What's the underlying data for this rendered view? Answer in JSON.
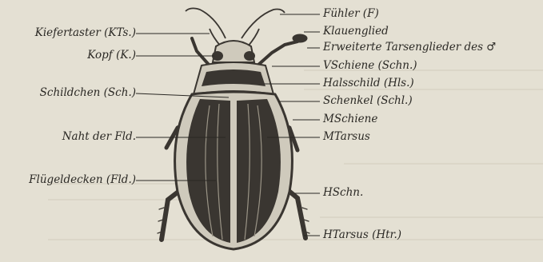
{
  "labels_left": [
    {
      "id": "kiefertaster",
      "text": "Kiefertaster (KTs.)"
    },
    {
      "id": "kopf",
      "text": "Kopf (K.)"
    },
    {
      "id": "schildchen",
      "text": "Schildchen (Sch.)"
    },
    {
      "id": "naht",
      "text": "Naht der Fld."
    },
    {
      "id": "fluegeldecken",
      "text": "Flügeldecken (Fld.)"
    }
  ],
  "labels_right": [
    {
      "id": "fuehler",
      "text": "Fühler (F)"
    },
    {
      "id": "klauenglied",
      "text": "Klauenglied"
    },
    {
      "id": "tarsenglieder",
      "text": "Erweiterte Tarsenglieder des ♂"
    },
    {
      "id": "vschiene",
      "text": "VSchiene (Schn.)"
    },
    {
      "id": "halsschild",
      "text": "Halsschild (Hls.)"
    },
    {
      "id": "schenkel",
      "text": "Schenkel (Schl.)"
    },
    {
      "id": "mschiene",
      "text": "MSchiene"
    },
    {
      "id": "mtarsus",
      "text": "MTarsus"
    },
    {
      "id": "hschn",
      "text": "HSchn."
    },
    {
      "id": "htarsus",
      "text": "HTarsus (Htr.)"
    }
  ],
  "colors": {
    "background": "#e4e0d3",
    "ink": "#2a2824",
    "beetle_dark": "#3a3631",
    "beetle_light": "#cfcabc"
  }
}
